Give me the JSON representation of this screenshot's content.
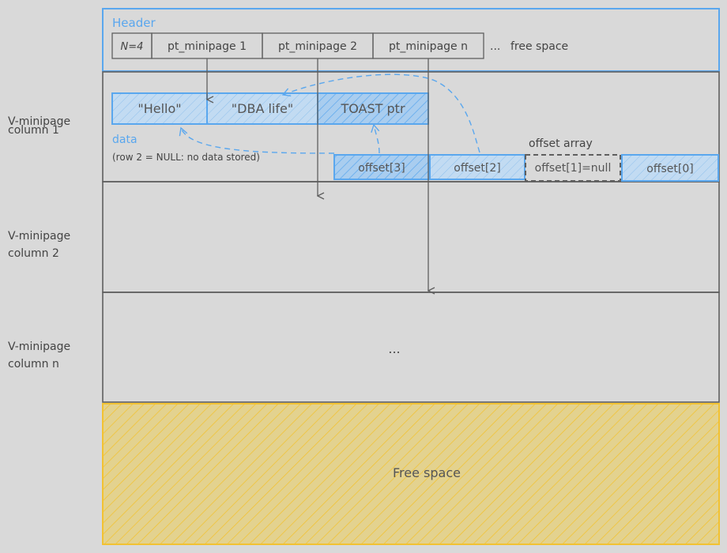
{
  "colors": {
    "background": "#d9d9d9",
    "outline": "#5f5f5f",
    "blue": "#5aa7ee",
    "blue_fill": "#a9cdef",
    "yellow": "#f2c232",
    "yellow_fill": "#e6d38c"
  },
  "header": {
    "title": "Header",
    "count_cell": "N=4",
    "cells": [
      "pt_minipage 1",
      "pt_minipage 2",
      "pt_minipage n"
    ],
    "ellipsis": "...",
    "free_space": "free space"
  },
  "columns": {
    "label_1": "V-minipage\ncolumn 1",
    "label_2": "V-minipage\ncolumn 2",
    "label_n": "V-minipage\ncolumn n",
    "placeholder_n": "..."
  },
  "column_1": {
    "data_values": [
      "\"Hello\"",
      "\"DBA life\"",
      "TOAST ptr"
    ],
    "data_label": "data",
    "null_note": "(row 2 = NULL: no data stored)",
    "offset_array_label": "offset array",
    "offsets": [
      "offset[3]",
      "offset[2]",
      "offset[1]=null",
      "offset[0]"
    ]
  },
  "free_space_label": "Free space"
}
